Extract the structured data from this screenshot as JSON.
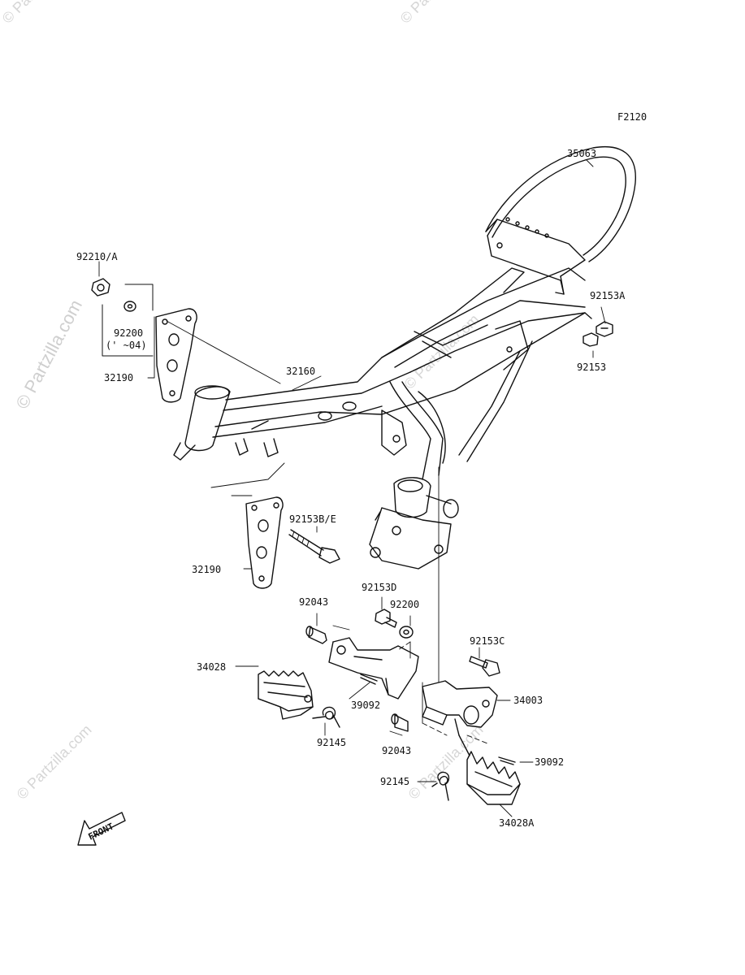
{
  "diagram": {
    "figure_code": "F2120",
    "watermark": "© Partzilla.com",
    "front_label": "FRONT",
    "labels": {
      "p35063": "35063",
      "p92210a": "92210/A",
      "p92200_top": "92200",
      "p92200_note": "(' ~04)",
      "p92153a": "92153A",
      "p92153": "92153",
      "p32160": "32160",
      "p32190_top": "32190",
      "p92153be": "92153B/E",
      "p32190_bottom": "32190",
      "p92043_top": "92043",
      "p92153d": "92153D",
      "p92200_mid": "92200",
      "p92153c": "92153C",
      "p34028": "34028",
      "p34003": "34003",
      "p39092_left": "39092",
      "p92043_bottom": "92043",
      "p92145_left": "92145",
      "p39092_right": "39092",
      "p92145_right": "92145",
      "p34028a": "34028A"
    }
  }
}
